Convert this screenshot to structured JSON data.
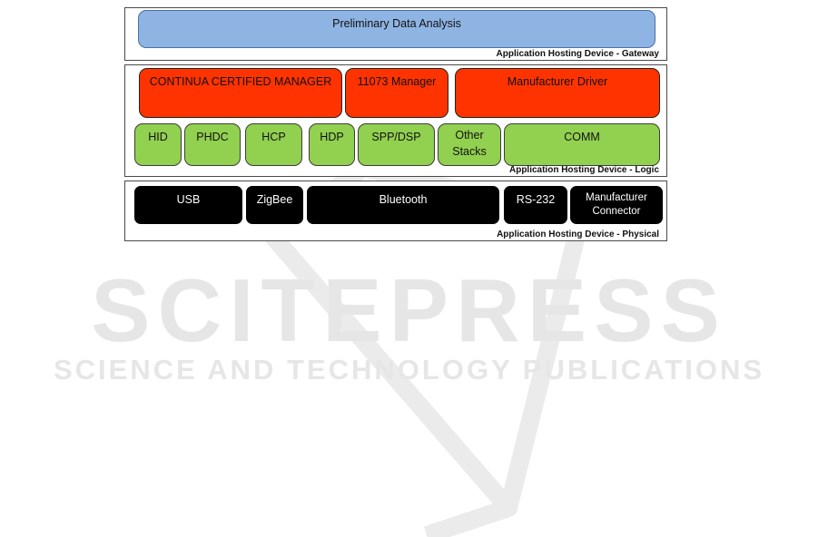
{
  "watermark": {
    "title": "SCITEPRESS",
    "subtitle": "SCIENCE AND TECHNOLOGY PUBLICATIONS"
  },
  "gateway": {
    "caption": "Application Hosting Device - Gateway",
    "analysis": "Preliminary Data Analysis"
  },
  "logic": {
    "caption": "Application Hosting Device - Logic",
    "managers": {
      "continua": "CONTINUA CERTIFIED MANAGER",
      "m11073": "11073 Manager",
      "driver": "Manufacturer Driver"
    },
    "stacks": {
      "hid": "HID",
      "phdc": "PHDC",
      "hcp": "HCP",
      "hdp": "HDP",
      "spp": "SPP/DSP",
      "other": "Other\nStacks",
      "comm": "COMM"
    }
  },
  "physical": {
    "caption": "Application Hosting Device - Physical",
    "interfaces": {
      "usb": "USB",
      "zigbee": "ZigBee",
      "bluetooth": "Bluetooth",
      "rs232": "RS-232",
      "connector": "Manufacturer\nConnector"
    }
  },
  "colors": {
    "gateway_fill": "#8eb4e3",
    "manager_fill": "#ff3300",
    "stack_fill": "#92d050",
    "interface_fill": "#000000",
    "watermark": "#e6e6e6"
  }
}
